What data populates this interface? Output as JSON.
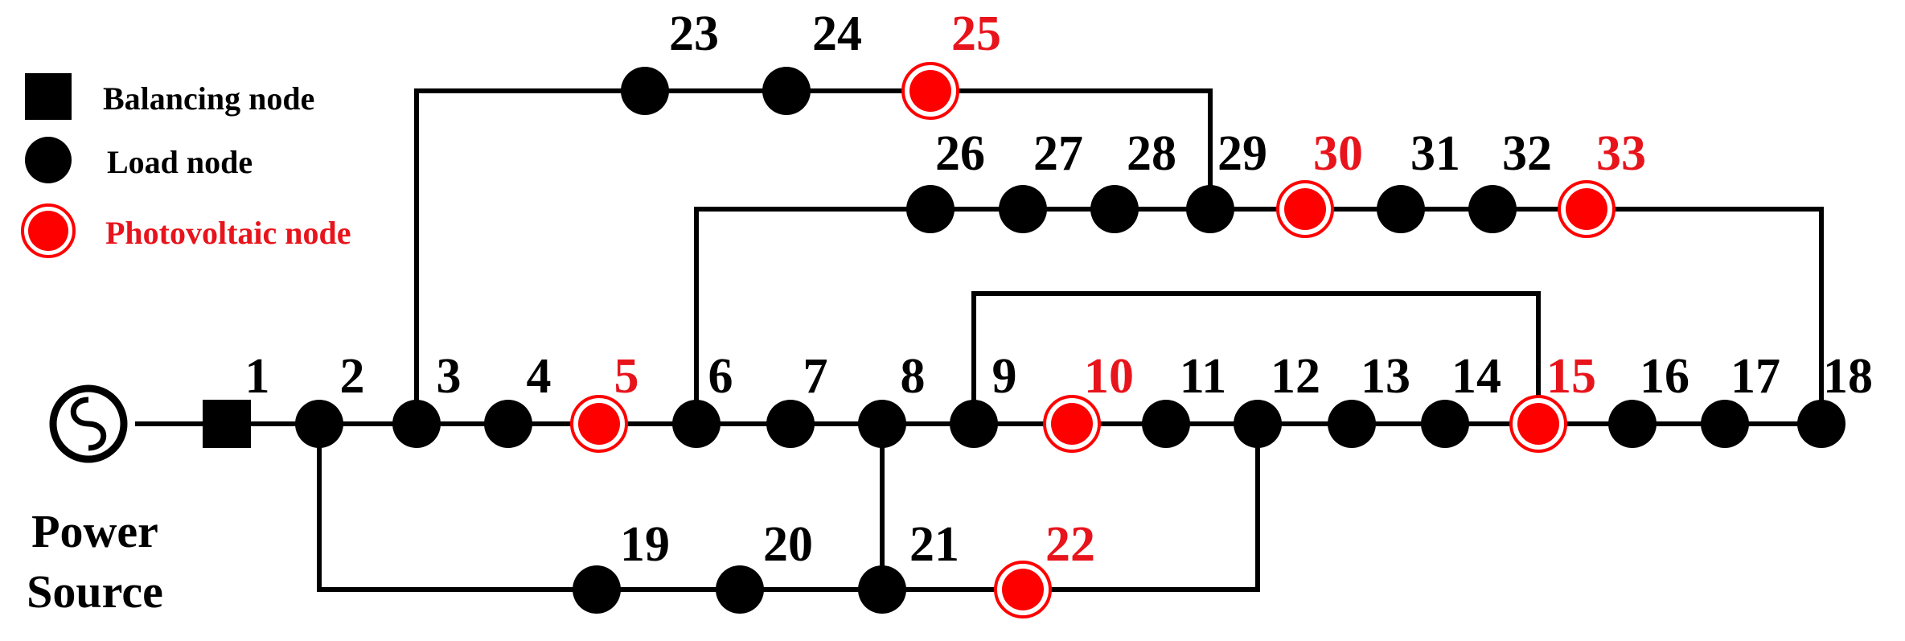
{
  "colors": {
    "line": "#000000",
    "load": "#000000",
    "pv": "#ff0000",
    "pv_ring": "#ff0000",
    "text_default": "#000000",
    "text_pv": "#e8141c"
  },
  "legend": {
    "balancing": "Balancing node",
    "load": "Load node",
    "pv": "Photovoltaic node"
  },
  "source": {
    "label_line1": "Power",
    "label_line2": "Source",
    "icon": "ac-source-icon"
  },
  "nodes": [
    {
      "id": "1",
      "type": "balancing"
    },
    {
      "id": "2",
      "type": "load"
    },
    {
      "id": "3",
      "type": "load"
    },
    {
      "id": "4",
      "type": "load"
    },
    {
      "id": "5",
      "type": "pv"
    },
    {
      "id": "6",
      "type": "load"
    },
    {
      "id": "7",
      "type": "load"
    },
    {
      "id": "8",
      "type": "load"
    },
    {
      "id": "9",
      "type": "load"
    },
    {
      "id": "10",
      "type": "pv"
    },
    {
      "id": "11",
      "type": "load"
    },
    {
      "id": "12",
      "type": "load"
    },
    {
      "id": "13",
      "type": "load"
    },
    {
      "id": "14",
      "type": "load"
    },
    {
      "id": "15",
      "type": "pv"
    },
    {
      "id": "16",
      "type": "load"
    },
    {
      "id": "17",
      "type": "load"
    },
    {
      "id": "18",
      "type": "load"
    },
    {
      "id": "19",
      "type": "load"
    },
    {
      "id": "20",
      "type": "load"
    },
    {
      "id": "21",
      "type": "load"
    },
    {
      "id": "22",
      "type": "pv"
    },
    {
      "id": "23",
      "type": "load"
    },
    {
      "id": "24",
      "type": "load"
    },
    {
      "id": "25",
      "type": "pv"
    },
    {
      "id": "26",
      "type": "load"
    },
    {
      "id": "27",
      "type": "load"
    },
    {
      "id": "28",
      "type": "load"
    },
    {
      "id": "29",
      "type": "load"
    },
    {
      "id": "30",
      "type": "pv"
    },
    {
      "id": "31",
      "type": "load"
    },
    {
      "id": "32",
      "type": "load"
    },
    {
      "id": "33",
      "type": "pv"
    }
  ]
}
